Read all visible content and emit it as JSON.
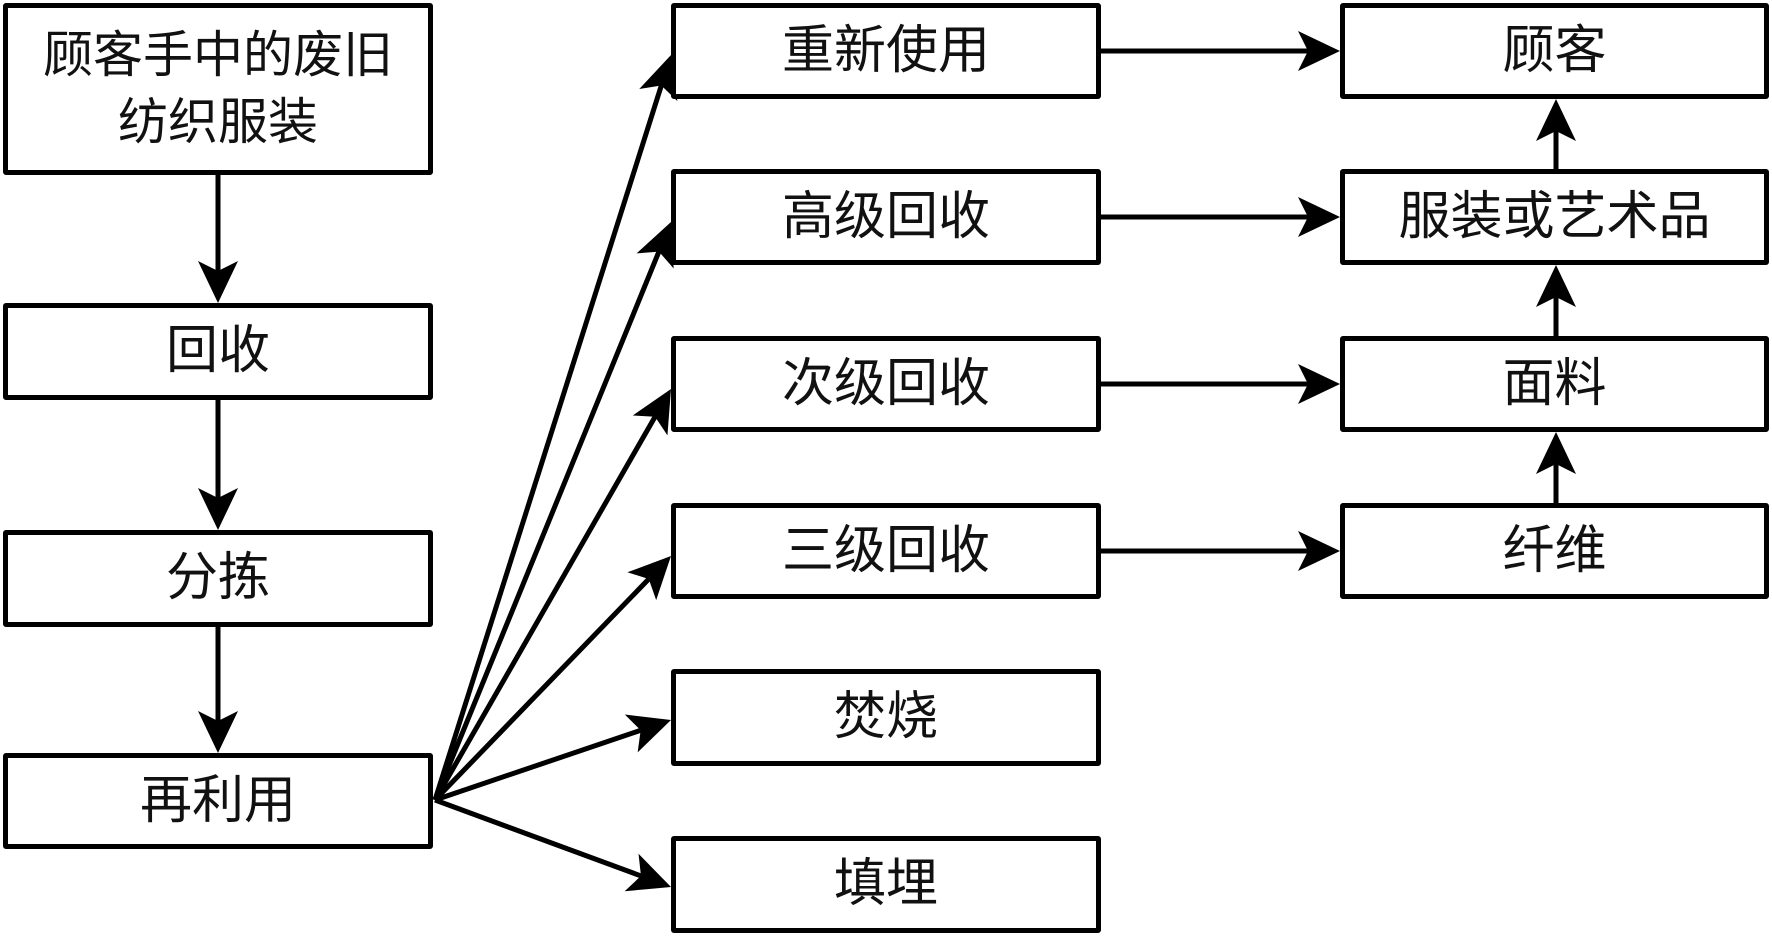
{
  "nodes": {
    "source": "顾客手中的废旧\n纺织服装",
    "source_line1": "顾客手中的废旧",
    "source_line2": "纺织服装",
    "collect": "回收",
    "sort": "分拣",
    "reuse_hub": "再利用",
    "direct_reuse": "重新使用",
    "advanced_recycle": "高级回收",
    "secondary_recycle": "次级回收",
    "tertiary_recycle": "三级回收",
    "incineration": "焚烧",
    "landfill": "填埋",
    "customer": "顾客",
    "garment_art": "服装或艺术品",
    "fabric": "面料",
    "fiber": "纤维"
  },
  "edges": [
    {
      "from": "source",
      "to": "collect"
    },
    {
      "from": "collect",
      "to": "sort"
    },
    {
      "from": "sort",
      "to": "reuse_hub"
    },
    {
      "from": "reuse_hub",
      "to": "direct_reuse"
    },
    {
      "from": "reuse_hub",
      "to": "advanced_recycle"
    },
    {
      "from": "reuse_hub",
      "to": "secondary_recycle"
    },
    {
      "from": "reuse_hub",
      "to": "tertiary_recycle"
    },
    {
      "from": "reuse_hub",
      "to": "incineration"
    },
    {
      "from": "reuse_hub",
      "to": "landfill"
    },
    {
      "from": "direct_reuse",
      "to": "customer"
    },
    {
      "from": "advanced_recycle",
      "to": "garment_art"
    },
    {
      "from": "secondary_recycle",
      "to": "fabric"
    },
    {
      "from": "tertiary_recycle",
      "to": "fiber"
    },
    {
      "from": "fiber",
      "to": "fabric"
    },
    {
      "from": "fabric",
      "to": "garment_art"
    },
    {
      "from": "garment_art",
      "to": "customer"
    }
  ],
  "colors": {
    "stroke": "#000000",
    "text": "#111111",
    "background": "#ffffff"
  }
}
